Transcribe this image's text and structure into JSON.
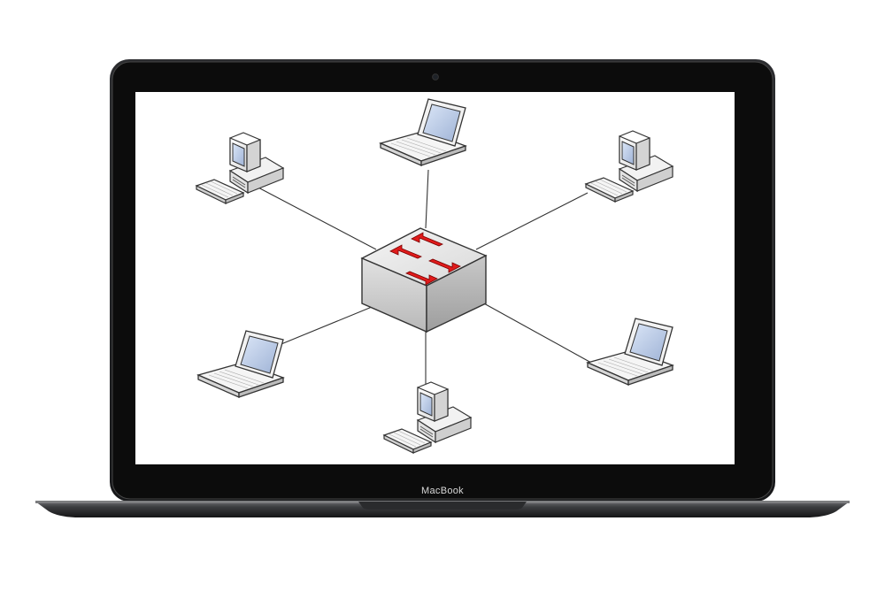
{
  "device": {
    "brand_label": "MacBook",
    "bezel_color": "#0c0c0c",
    "body_color": "#3a3b3e"
  },
  "diagram": {
    "type": "star-topology",
    "center": {
      "kind": "switch",
      "icon": "switch-icon",
      "arrow_color": "#e01b1b"
    },
    "nodes": [
      {
        "kind": "desktop",
        "icon": "desktop-computer-icon"
      },
      {
        "kind": "laptop",
        "icon": "laptop-icon"
      },
      {
        "kind": "desktop",
        "icon": "desktop-computer-icon"
      },
      {
        "kind": "laptop",
        "icon": "laptop-icon"
      },
      {
        "kind": "desktop",
        "icon": "desktop-computer-icon"
      },
      {
        "kind": "laptop",
        "icon": "laptop-icon"
      }
    ],
    "link_color": "#333333"
  }
}
